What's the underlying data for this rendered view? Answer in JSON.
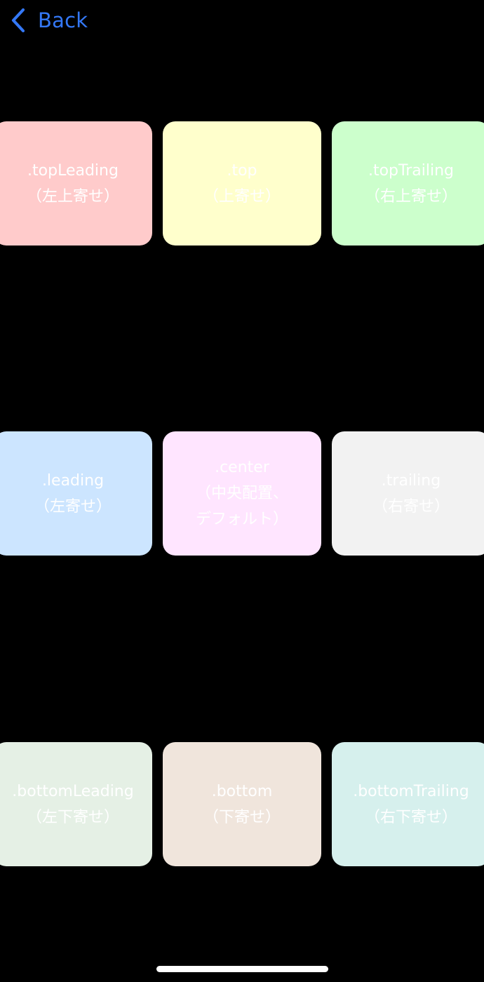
{
  "nav": {
    "back_label": "Back",
    "accent_color": "#3478f6",
    "back_icon": "chevron-left-icon"
  },
  "tiles": [
    {
      "name": ".topLeading",
      "subtitle": "（左上寄せ）",
      "color": "#ffcbcb"
    },
    {
      "name": ".top",
      "subtitle": "（上寄せ）",
      "color": "#ffffcc"
    },
    {
      "name": ".topTrailing",
      "subtitle": "（右上寄せ）",
      "color": "#ccffcc"
    },
    {
      "name": ".leading",
      "subtitle": "（左寄せ）",
      "color": "#cce5ff"
    },
    {
      "name": ".center",
      "subtitle": "（中央配置、",
      "subtitle2": "デフォルト）",
      "color": "#ffe5ff"
    },
    {
      "name": ".trailing",
      "subtitle": "（右寄せ）",
      "color": "#f2f2f2"
    },
    {
      "name": ".bottomLeading",
      "subtitle": "（左下寄せ）",
      "color": "#e5f0e5"
    },
    {
      "name": ".bottom",
      "subtitle": "（下寄せ）",
      "color": "#f0e5dc"
    },
    {
      "name": ".bottomTrailing",
      "subtitle": "（右下寄せ）",
      "color": "#d6f0ed"
    }
  ],
  "colors": {
    "background": "#000000",
    "tile_text": "#ffffff",
    "home_indicator": "#ffffff"
  }
}
